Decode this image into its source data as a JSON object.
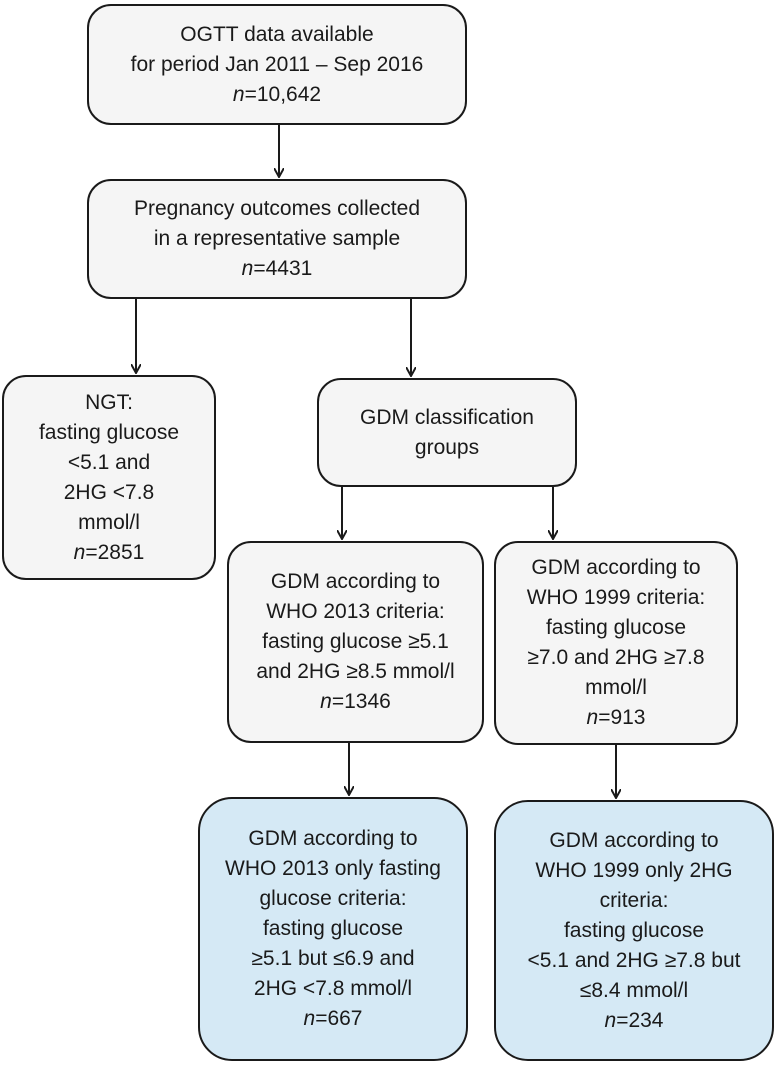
{
  "colors": {
    "box_fill": "#f5f5f5",
    "highlight_fill": "#d5e9f5",
    "stroke": "#1a1a1a"
  },
  "boxes": {
    "ogtt": {
      "lines": [
        "OGTT data available",
        "for period Jan 2011 – Sep 2016"
      ],
      "n_label": "n",
      "n_value": "=10,642"
    },
    "outcomes": {
      "lines": [
        "Pregnancy outcomes collected",
        "in a representative sample"
      ],
      "n_label": "n",
      "n_value": "=4431"
    },
    "ngt": {
      "lines": [
        "NGT:",
        "fasting glucose",
        "<5.1 and",
        "2HG <7.8",
        "mmol/l"
      ],
      "n_label": "n",
      "n_value": "=2851"
    },
    "gdm_groups": {
      "lines": [
        "GDM classification",
        "groups"
      ]
    },
    "who2013": {
      "lines": [
        "GDM according to",
        "WHO 2013 criteria:",
        "fasting glucose ≥5.1",
        "and 2HG ≥8.5 mmol/l"
      ],
      "n_label": "n",
      "n_value": "=1346"
    },
    "who1999": {
      "lines": [
        "GDM according to",
        "WHO 1999 criteria:",
        "fasting glucose",
        "≥7.0 and 2HG ≥7.8",
        "mmol/l"
      ],
      "n_label": "n",
      "n_value": "=913"
    },
    "who2013_fasting": {
      "lines": [
        "GDM according to",
        "WHO 2013 only fasting",
        "glucose criteria:",
        "fasting glucose",
        "≥5.1 but ≤6.9 and",
        "2HG <7.8 mmol/l"
      ],
      "n_label": "n",
      "n_value": "=667"
    },
    "who1999_2hg": {
      "lines": [
        "GDM according to",
        "WHO 1999 only 2HG",
        "criteria:",
        "fasting glucose",
        "<5.1 and 2HG ≥7.8 but",
        "≤8.4 mmol/l"
      ],
      "n_label": "n",
      "n_value": "=234"
    }
  }
}
